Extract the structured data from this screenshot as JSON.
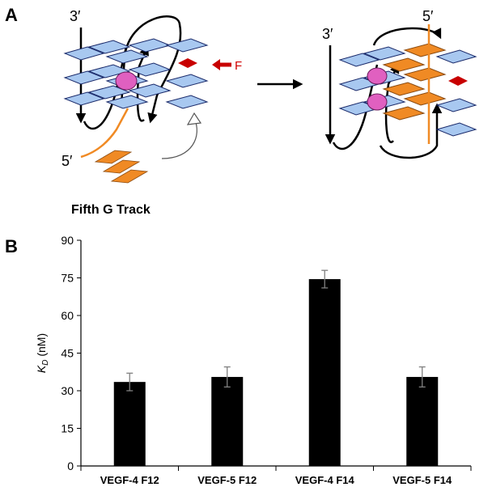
{
  "panel_a": {
    "letter": "A",
    "left_3prime": "3′",
    "left_5prime": "5′",
    "f_label": "F",
    "right_3prime": "3′",
    "right_5prime": "5′",
    "caption": "Fifth G Track",
    "colors": {
      "g_tile": "#a8c8f0",
      "g_tile_stroke": "#1a2a6a",
      "fifth_track": "#f08a24",
      "cation": "#e060c0",
      "label_red": "#d00000",
      "arrow_red": "#c80000"
    }
  },
  "panel_b": {
    "letter": "B"
  },
  "chart_data": {
    "type": "bar",
    "categories": [
      "VEGF-4 F12",
      "VEGF-5 F12",
      "VEGF-4 F14",
      "VEGF-5 F14"
    ],
    "values": [
      33.5,
      35.5,
      74.5,
      35.5
    ],
    "errors": [
      3.5,
      4.0,
      3.5,
      4.0
    ],
    "ylabel_main": "K",
    "ylabel_sub": "D",
    "ylabel_unit": " (nM)",
    "ylim": [
      0,
      90
    ],
    "yticks": [
      "0",
      "15",
      "30",
      "45",
      "60",
      "75",
      "90"
    ],
    "grid": false,
    "bar_color": "#000000",
    "error_color": "#808080"
  }
}
